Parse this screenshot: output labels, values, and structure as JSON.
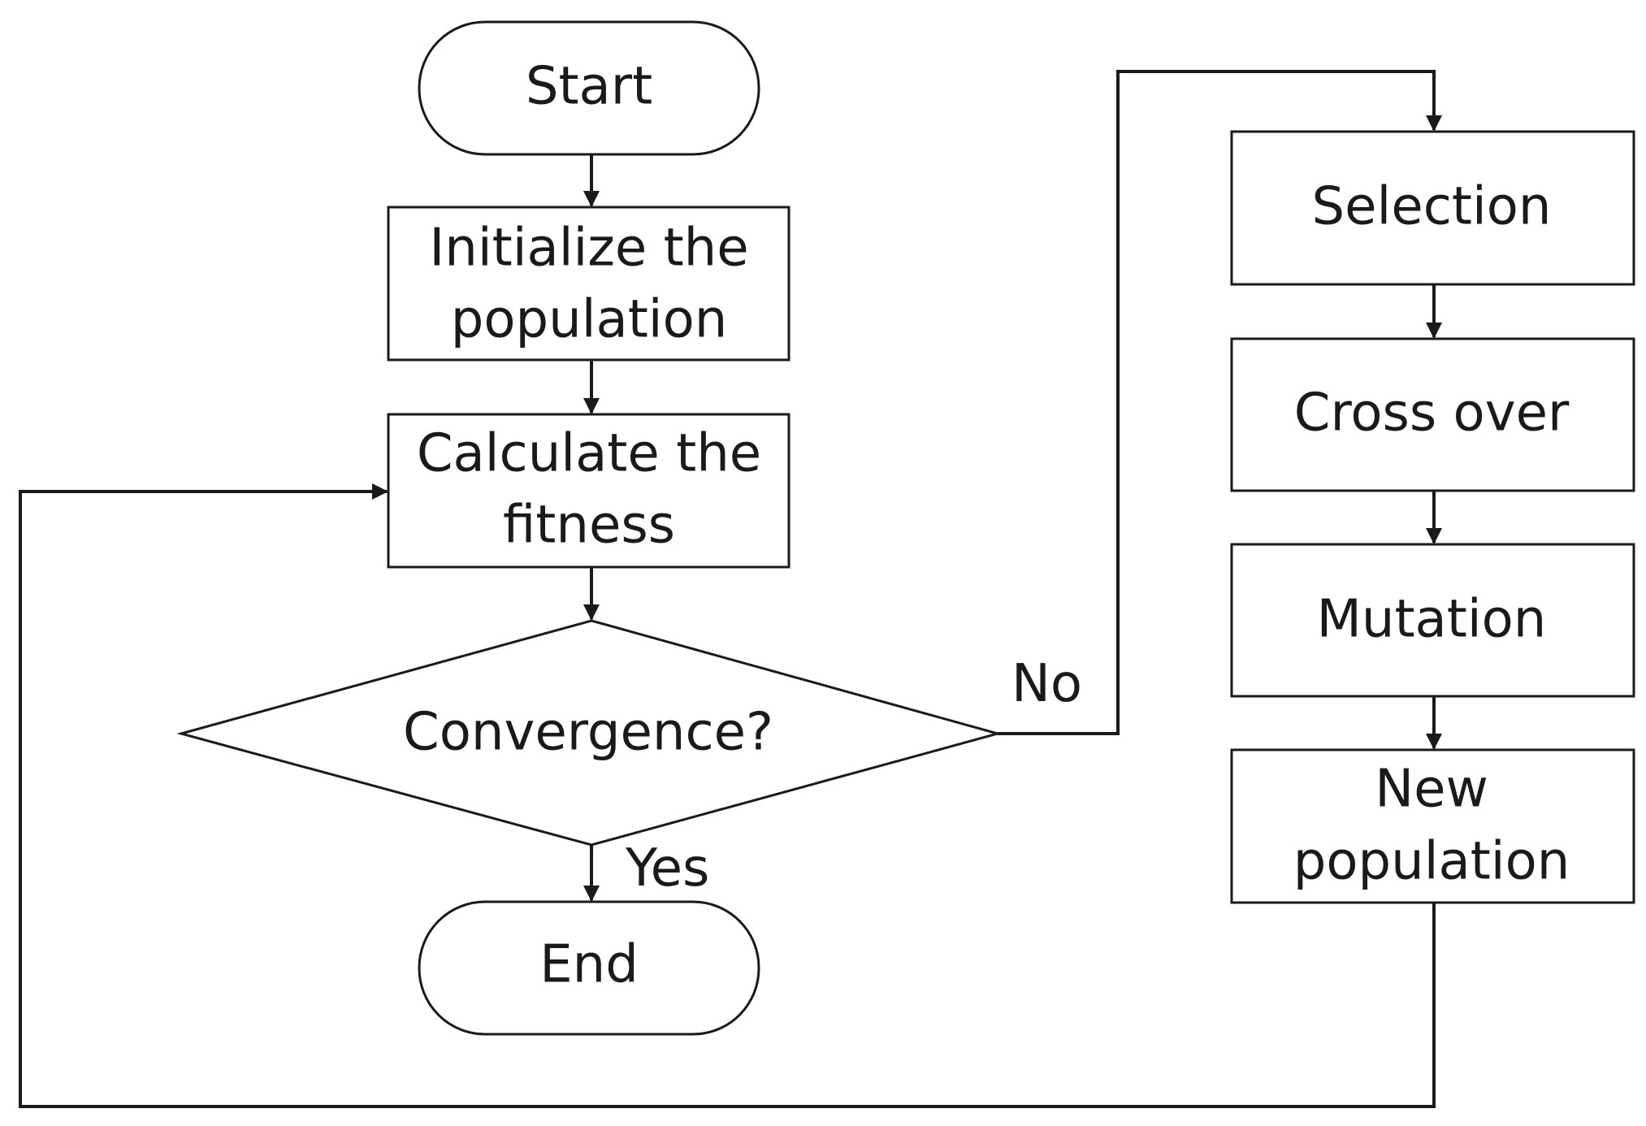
{
  "nodes": {
    "start": {
      "label": "Start"
    },
    "initialize": {
      "line1": "Initialize the",
      "line2": "population"
    },
    "calculate": {
      "line1": "Calculate the",
      "line2": "fitness"
    },
    "convergence": {
      "label": "Convergence?"
    },
    "end": {
      "label": "End"
    },
    "selection": {
      "label": "Selection"
    },
    "crossover": {
      "label": "Cross over"
    },
    "mutation": {
      "label": "Mutation"
    },
    "new_population": {
      "line1": "New",
      "line2": "population"
    }
  },
  "edges": {
    "no_label": "No",
    "yes_label": "Yes"
  }
}
